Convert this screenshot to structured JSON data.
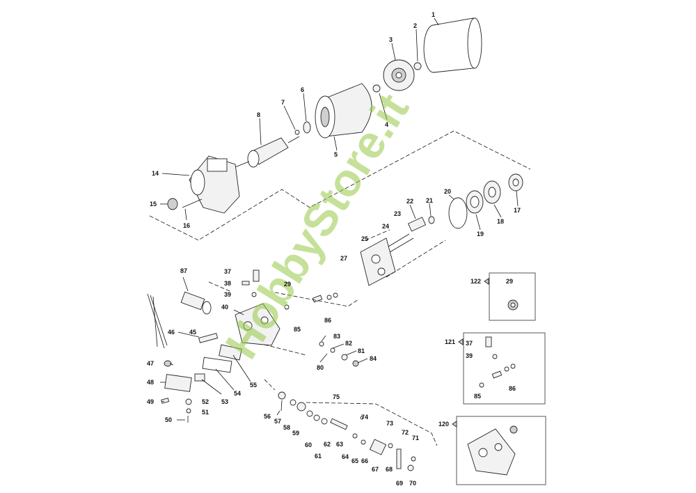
{
  "watermark": "HobbyStore.it",
  "colors": {
    "line": "#111111",
    "watermark": "#96c846",
    "part_fill": "#f2f2f2"
  },
  "labels": {
    "p1": "1",
    "p2": "2",
    "p3": "3",
    "p4": "4",
    "p5": "5",
    "p6": "6",
    "p7": "7",
    "p8": "8",
    "p14": "14",
    "p15": "15",
    "p16": "16",
    "p17": "17",
    "p18": "18",
    "p19": "19",
    "p20": "20",
    "p21": "21",
    "p22": "22",
    "p23": "23",
    "p24": "24",
    "p25": "25",
    "p27": "27",
    "p29": "29",
    "p37": "37",
    "p38": "38",
    "p39": "39",
    "p40": "40",
    "p45": "45",
    "p46": "46",
    "p47": "47",
    "p48": "48",
    "p49": "49",
    "p50": "50",
    "p51": "51",
    "p52": "52",
    "p53": "53",
    "p54": "54",
    "p55": "55",
    "p56": "56",
    "p57": "57",
    "p58": "58",
    "p59": "59",
    "p60": "60",
    "p61": "61",
    "p62": "62",
    "p63": "63",
    "p64": "64",
    "p65": "65",
    "p66": "66",
    "p67": "67",
    "p68": "68",
    "p69": "69",
    "p70": "70",
    "p71": "71",
    "p72": "72",
    "p73": "73",
    "p74": "74",
    "p75": "75",
    "p80": "80",
    "p81": "81",
    "p82": "82",
    "p83": "83",
    "p84": "84",
    "p85": "85",
    "p86": "86",
    "p87": "87"
  },
  "kits": {
    "k122": {
      "id": "122",
      "item": "29"
    },
    "k121": {
      "id": "121",
      "item_a": "37",
      "item_b": "39",
      "item_c": "86",
      "item_d": "85"
    },
    "k120": {
      "id": "120"
    }
  }
}
